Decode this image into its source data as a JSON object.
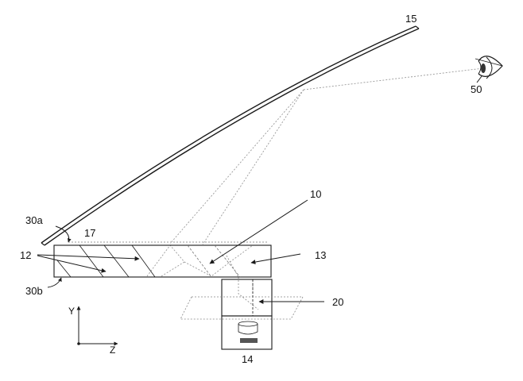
{
  "labels": {
    "combiner": "15",
    "eye": "50",
    "waveguide": "10",
    "reflectors": "12",
    "output_edge": "13",
    "coupler": "20",
    "projector": "14",
    "coating": "17",
    "surface_top": "30a",
    "surface_bottom": "30b"
  },
  "axes": {
    "y": "Y",
    "z": "Z"
  },
  "colors": {
    "line": "#1a1a1a",
    "ray": "#9a9a9a"
  }
}
